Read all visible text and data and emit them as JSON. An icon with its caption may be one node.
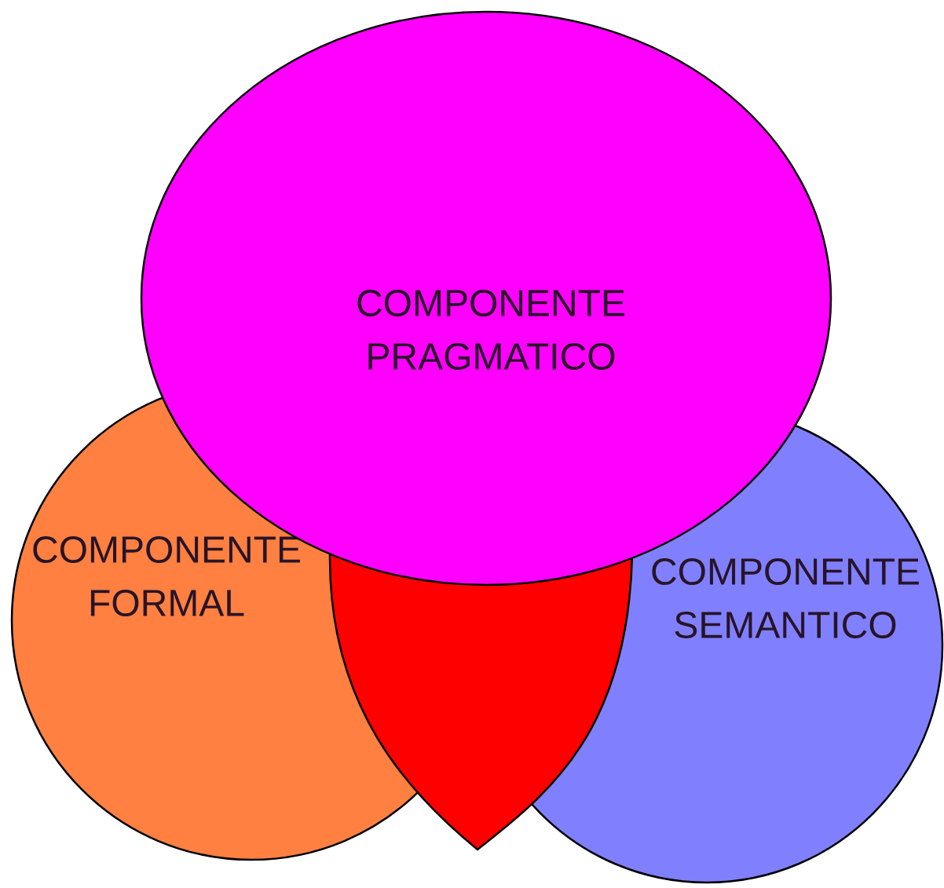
{
  "diagram": {
    "nodes": [
      {
        "text": [
          "COMPONENTE PRAGMATICO"
        ]
      },
      {
        "text": [
          "COMPONENTE FORMAL"
        ]
      },
      {
        "text": [
          "COMPONENTE SEMANTICO"
        ]
      },
      {
        "text": [],
        "shape": "shield"
      }
    ]
  }
}
